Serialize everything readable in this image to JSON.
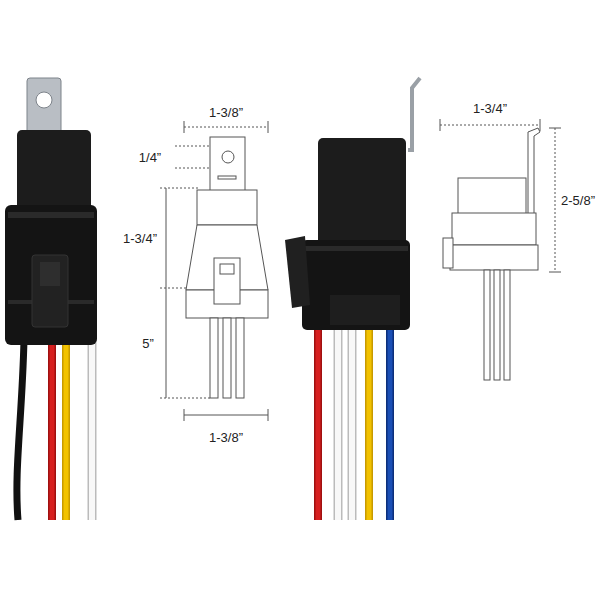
{
  "diagram": {
    "labels": [
      "1-3/8”",
      "1/4”",
      "1-3/4”",
      "5”",
      "1-3/8”",
      "1-3/4”",
      "2-5/8”"
    ]
  }
}
